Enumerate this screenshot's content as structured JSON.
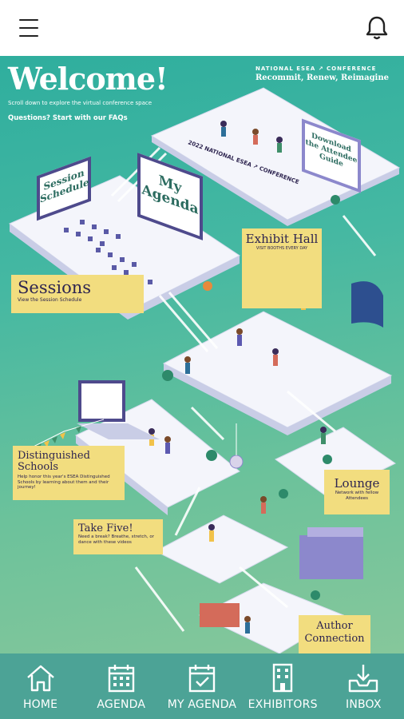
{
  "header": {
    "menu_icon": "hamburger-menu-icon",
    "notification_icon": "bell-icon"
  },
  "banner": {
    "title": "Welcome!",
    "scroll_note": "Scroll down to explore the virtual conference space",
    "faq_link": "Questions? Start with our FAQs",
    "brand_line": "NATIONAL ESEA ↗ CONFERENCE",
    "tagline": "Recommit, Renew, Reimagine"
  },
  "scene": {
    "session_schedule": "Session Schedule",
    "my_agenda": "My Agenda",
    "attendee_guide": "Download the Attendee Guide",
    "conference_banner": "2022 NATIONAL ESEA ↗ CONFERENCE",
    "sessions": {
      "title": "Sessions",
      "subtitle": "View the Session Schedule"
    },
    "exhibit_hall": {
      "title": "Exhibit Hall",
      "subtitle": "VISIT BOOTHS EVERY DAY"
    },
    "distinguished_schools": {
      "title": "Distinguished Schools",
      "subtitle": "Help honor this year's ESEA Distinguished Schools by learning about them and their journey!"
    },
    "lounge": {
      "title": "Lounge",
      "subtitle": "Network with fellow Attendees"
    },
    "take_five": {
      "title": "Take Five!",
      "subtitle": "Need a break? Breathe, stretch, or dance with these videos"
    },
    "author_connection": {
      "title": "Author Connection"
    }
  },
  "tabs": [
    {
      "label": "HOME",
      "icon": "home-icon"
    },
    {
      "label": "AGENDA",
      "icon": "calendar-icon"
    },
    {
      "label": "MY AGENDA",
      "icon": "calendar-check-icon"
    },
    {
      "label": "EXHIBITORS",
      "icon": "building-icon"
    },
    {
      "label": "INBOX",
      "icon": "inbox-download-icon"
    }
  ],
  "colors": {
    "teal_background": "#45b8a2",
    "sign_yellow": "#f2dd7f",
    "tabbar": "#4ca396",
    "navy_text": "#2e2550"
  }
}
